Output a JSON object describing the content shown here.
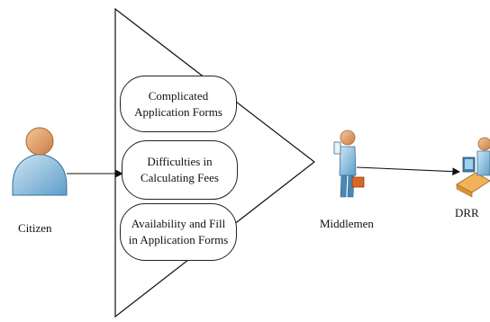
{
  "nodes": {
    "citizen": "Citizen",
    "middlemen": "Middlemen",
    "drr": "DRR"
  },
  "problems": [
    {
      "line1": "Complicated",
      "line2": "Application Forms"
    },
    {
      "line1": "Difficulties in",
      "line2": "Calculating Fees"
    },
    {
      "line1": "Availability and Fill",
      "line2": "in Application Forms"
    }
  ]
}
